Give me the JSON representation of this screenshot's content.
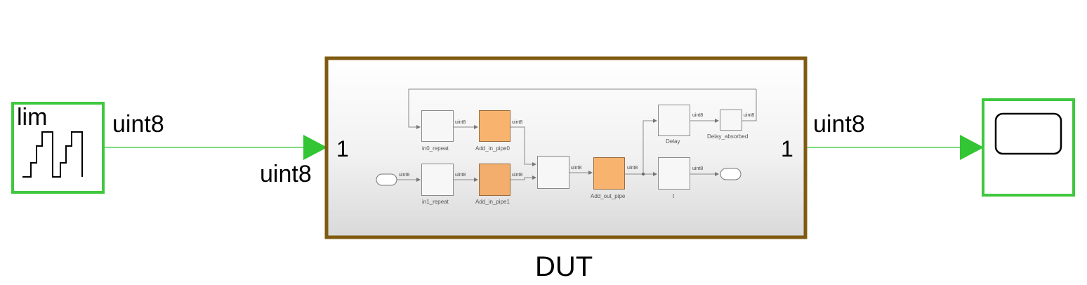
{
  "source_block": {
    "label": "lim",
    "icon": "staircase-signal-icon"
  },
  "scope_block": {
    "icon": "scope-display-icon"
  },
  "subsystem": {
    "name": "DUT",
    "in_port": "1",
    "out_port": "1",
    "inner_blocks": {
      "in0_repeat": "in0_repeat",
      "in1_repeat": "in1_repeat",
      "add_in_pipe0": "Add_in_pipe0",
      "add_in_pipe1": "Add_in_pipe1",
      "add_out_pipe": "Add_out_pipe",
      "delay": "Delay",
      "delay_absorbed": "Delay_absorbed",
      "t": "t"
    },
    "inner_signal_type": "uint8"
  },
  "signals": {
    "input_top": "uint8",
    "input_bottom": "uint8",
    "output": "uint8"
  },
  "colors": {
    "signal_green": "#33c533",
    "block_green": "#3fc83f",
    "subsystem_border": "#7f5a10",
    "pipe_orange": "#f8b46f"
  }
}
